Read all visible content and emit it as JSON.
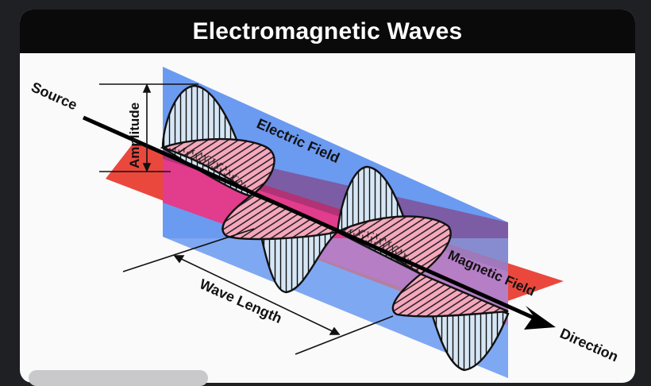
{
  "title": "Electromagnetic Waves",
  "labels": {
    "source": "Source",
    "amplitude": "Amplitude",
    "electric_field": "Electric Field",
    "magnetic_field": "Magnetic Field",
    "wave_length": "Wave Length",
    "direction": "Direction"
  },
  "colors": {
    "electric_plane": "#5b8ff0",
    "magnetic_plane": "#e8382c",
    "overlap": "#e23c8c",
    "electric_lobe": "#d6e6f5",
    "magnetic_lobe": "#f5a8bd",
    "header": "#0a0a0a"
  }
}
